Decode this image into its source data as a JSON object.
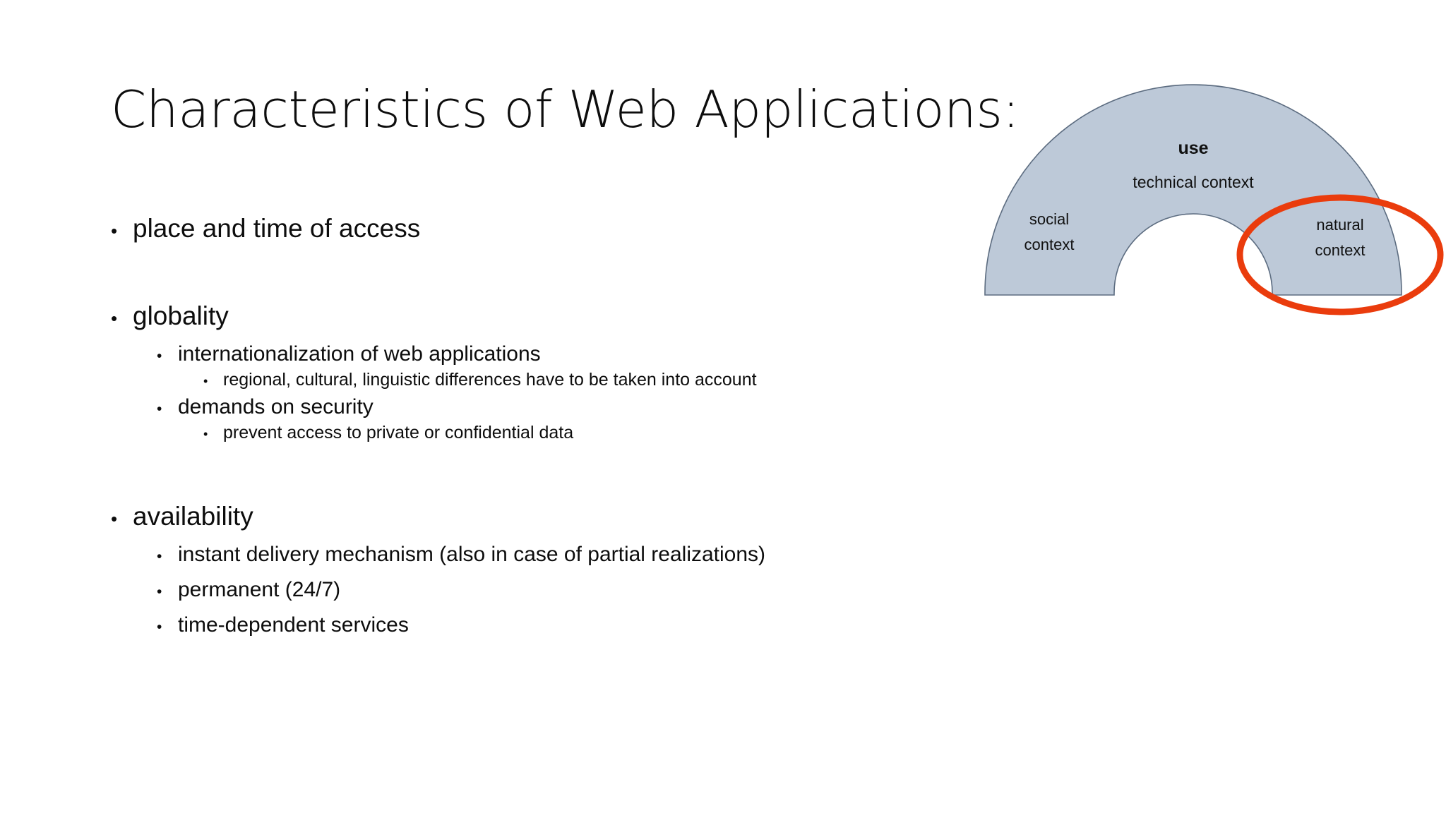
{
  "slide": {
    "title": "Characteristics of Web Applications:",
    "background_color": "#ffffff",
    "text_color": "#0d0d0d"
  },
  "bullets": [
    {
      "level": 1,
      "marker": "•",
      "text": "place and time of access"
    },
    {
      "level": 1,
      "marker": "•",
      "text": "globality"
    },
    {
      "level": 2,
      "marker": "•",
      "text": "internationalization of web applications"
    },
    {
      "level": 3,
      "marker": "•",
      "text": "regional, cultural, linguistic differences have to be taken into account"
    },
    {
      "level": 2,
      "marker": "•",
      "text": "demands on security"
    },
    {
      "level": 3,
      "marker": "•",
      "text": "prevent access to private or confidential data"
    },
    {
      "level": 1,
      "marker": "•",
      "text": "availability"
    },
    {
      "level": 2,
      "marker": "•",
      "text": "instant delivery mechanism (also in case of partial realizations)"
    },
    {
      "level": 2,
      "marker": "•",
      "text": "permanent (24/7)"
    },
    {
      "level": 2,
      "marker": "•",
      "text": "time-dependent services"
    }
  ],
  "diagram": {
    "name": "context-arch-diagram",
    "shape": "semicircular-arch",
    "fill_color": "#bdc9d8",
    "stroke_color": "#5a6a7d",
    "labels": {
      "top_bold": "use",
      "top_sub": "technical context",
      "left_line1": "social",
      "left_line2": "context",
      "right_line1": "natural",
      "right_line2": "context"
    },
    "annotation": {
      "name": "red-ellipse-highlight",
      "shape": "ellipse",
      "color": "#ea3c0d",
      "stroke_width": 9,
      "highlights": "natural context"
    }
  }
}
